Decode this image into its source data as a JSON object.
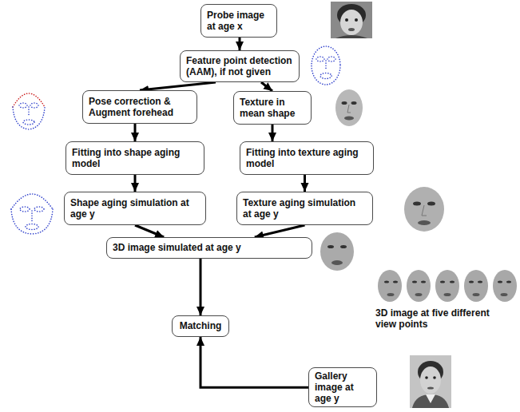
{
  "diagram": {
    "nodes": [
      {
        "text": [
          "Probe image at age x"
        ]
      },
      {
        "text": [
          "Feature point detection (AAM), if not given"
        ]
      },
      {
        "text": [
          "Pose correction & Augment forehead"
        ]
      },
      {
        "text": [
          "Texture in mean shape"
        ]
      },
      {
        "text": [
          "Fitting into shape aging model"
        ]
      },
      {
        "text": [
          "Fitting into texture aging model"
        ]
      },
      {
        "text": [
          "Shape aging simulation at age y"
        ]
      },
      {
        "text": [
          "Texture aging simulation at age y"
        ]
      },
      {
        "text": [
          "3D image simulated at age y"
        ]
      },
      {
        "text": [
          "Matching"
        ]
      },
      {
        "text": [
          "Gallery image at age y"
        ]
      }
    ],
    "edges": [
      {
        "from": 0,
        "to": 1,
        "arrow": "to"
      },
      {
        "from": 1,
        "to": 2,
        "arrow": "to"
      },
      {
        "from": 1,
        "to": 3,
        "arrow": "to"
      },
      {
        "from": 2,
        "to": 4,
        "arrow": "to"
      },
      {
        "from": 3,
        "to": 5,
        "arrow": "to"
      },
      {
        "from": 4,
        "to": 6,
        "arrow": "to"
      },
      {
        "from": 5,
        "to": 7,
        "arrow": "to"
      },
      {
        "from": 6,
        "to": 8,
        "arrow": "to"
      },
      {
        "from": 7,
        "to": 8,
        "arrow": "to"
      },
      {
        "from": 8,
        "to": 9,
        "arrow": "to"
      },
      {
        "from": 10,
        "to": 9,
        "arrow": "to"
      }
    ],
    "labels": [
      "3D image at five different view points"
    ]
  }
}
